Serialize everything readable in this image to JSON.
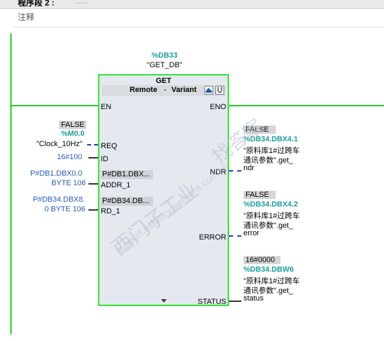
{
  "network": {
    "title": "程序段 2 :",
    "title_dots": ".....",
    "comment": "注释"
  },
  "block": {
    "db_name": "%DB33",
    "db_label": "\"GET_DB\"",
    "type": "GET",
    "mode_remote": "Remote",
    "mode_sep": "-",
    "mode_variant": "Variant",
    "pins_in": {
      "en": "EN",
      "req": "REQ",
      "id": "ID",
      "addr1": "ADDR_1",
      "rd1": "RD_1"
    },
    "pins_out": {
      "eno": "ENO",
      "ndr": "NDR",
      "error": "ERROR",
      "status": "STATUS"
    },
    "addr1_value": "P#DB1.DBX...",
    "rd1_value": "P#DB34.DB..."
  },
  "inputs": {
    "req_value": "FALSE",
    "req_addr": "%M0.0",
    "req_name": "\"Clock_10Hz\"",
    "id": "16#100",
    "addr1_line1": "P#DB1.DBX0.0",
    "addr1_line2": "BYTE 106",
    "rd1_line1": "P#DB34.DBX8.",
    "rd1_line2": "0 BYTE 106"
  },
  "outputs": {
    "ndr": {
      "value": "FALSE",
      "addr": "%DB34.DBX4.1",
      "line1": "\"原料库1#过跨车",
      "line2": "通讯参数\".get_",
      "line3": "ndr"
    },
    "error": {
      "value": "FALSE",
      "addr": "%DB34.DBX4.2",
      "line1": "\"原料库1#过跨车",
      "line2": "通讯参数\".get_",
      "line3": "error"
    },
    "status": {
      "value": "16#0000",
      "addr": "%DB34.DBW6",
      "line1": "\"原料库1#过跨车",
      "line2": "通讯参数\".get_",
      "line3": "status"
    }
  },
  "watermark": {
    "text1": "西门子工业",
    "text2": "support.industry.siemens.com/cs",
    "text3": "找答案"
  },
  "colors": {
    "rail": "#21d121",
    "block_border": "#2ee82e",
    "db_name": "#1e9e9e",
    "param_blue": "#2a5ab8"
  }
}
